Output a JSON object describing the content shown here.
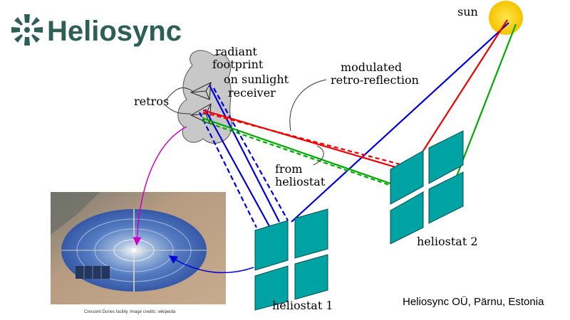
{
  "brand": {
    "name": "Heliosync",
    "logo_icon": "star-burst-icon",
    "color": "#2d5f56"
  },
  "labels": {
    "sun": "sun",
    "radiant_1": "radiant",
    "radiant_2": "footprint",
    "radiant_3": "on sunlight",
    "radiant_4": "receiver",
    "retros": "retros",
    "modulated_1": "modulated",
    "modulated_2": "retro-reflection",
    "from_1": "from",
    "from_2": "heliostat",
    "heliostat_1": "heliostat 1",
    "heliostat_2": "heliostat 2"
  },
  "footer": {
    "company": "Heliosync OÜ, Pärnu, Estonia",
    "photo_credit": "Crescent Dunes facility. Image credits: wikipedia"
  },
  "colors": {
    "heliostat": "#00a3a3",
    "sun": "#ffd21a",
    "blue": "#0000dd",
    "red": "#ee0000",
    "green": "#00aa00",
    "magenta": "#cc00cc",
    "receiver": "#c8c8c8"
  }
}
